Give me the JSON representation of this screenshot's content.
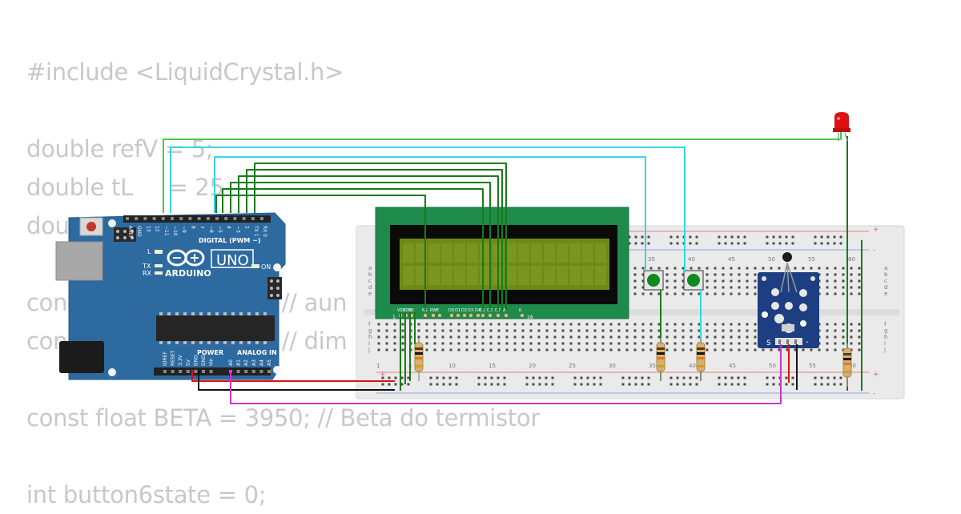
{
  "code_lines": [
    "#include <LiquidCrystal.h>",
    "",
    "double refV = 5;",
    "double tL     = 25",
    "dou",
    "",
    "con                              // aun",
    "con                              // dim",
    "",
    "const float BETA = 3950; // Beta do termistor",
    "",
    "int button6state = 0;"
  ],
  "arduino": {
    "brand": "ARDUINO",
    "model": "UNO",
    "digital_label": "DIGITAL (PWM ~)",
    "power_label": "POWER",
    "analog_label": "ANALOG IN",
    "on_label": "ON",
    "l_label": "L",
    "tx_label": "TX",
    "rx_label": "RX",
    "digital_pins": [
      "AREF",
      "GND",
      "13",
      "12",
      "~11",
      "~10",
      "~9",
      "8",
      "7",
      "~6",
      "~5",
      "4",
      "~3",
      "2",
      "TX 1",
      "RX 0"
    ],
    "power_pins": [
      "IOREF",
      "RESET",
      "3.3V",
      "5V",
      "GND",
      "GND",
      "Vin"
    ],
    "analog_pins": [
      "A0",
      "A1",
      "A2",
      "A3",
      "A4",
      "A5"
    ]
  },
  "lcd": {
    "pin_labels": [
      "VSS",
      "VDD",
      "V0",
      "RS",
      "RW",
      "E",
      "D0",
      "D1",
      "D2",
      "D3",
      "D4",
      "D5",
      "D6",
      "D7",
      "A",
      "K"
    ],
    "pin_first": "1",
    "pin_last": "16"
  },
  "breadboard": {
    "column_numbers_top": [
      "35",
      "40",
      "45",
      "50",
      "55",
      "60"
    ],
    "column_numbers_bottom": [
      "1",
      "5",
      "10",
      "15",
      "20",
      "25",
      "30",
      "35",
      "40",
      "45",
      "50",
      "55",
      "60"
    ],
    "row_letters_top": [
      "a",
      "b",
      "c",
      "d",
      "e"
    ],
    "row_letters_bottom": [
      "f",
      "g",
      "h",
      "i",
      "j"
    ],
    "rail_plus": "+",
    "rail_minus": "-"
  },
  "sensor": {
    "pin_labels": [
      "S",
      "-"
    ]
  },
  "colors": {
    "arduino_board": "#2d6aa0",
    "lcd_pcb": "#1e8a4c",
    "lcd_screen": "#6e8a16",
    "wire_green": "#1a7a1a",
    "wire_cyan": "#33d6e6",
    "wire_light_green": "#44cc44",
    "wire_magenta": "#cc33cc",
    "wire_black": "#111111",
    "wire_red": "#dd1111",
    "led": "#dd1111",
    "sensor_board": "#1d3e80"
  }
}
